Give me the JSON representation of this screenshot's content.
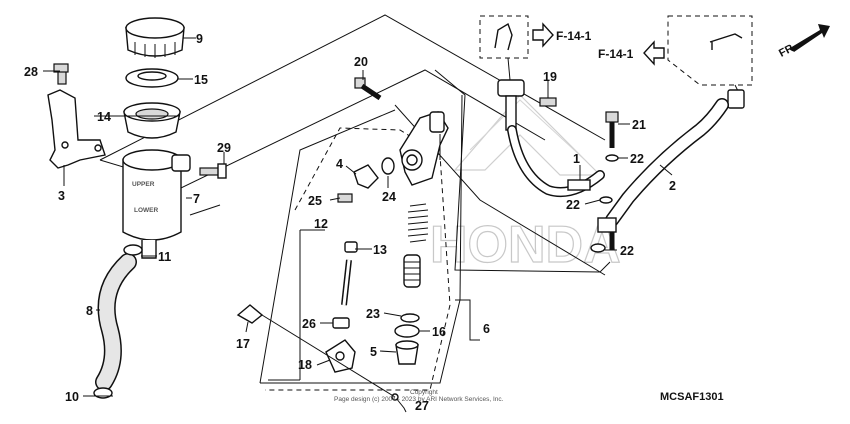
{
  "diagram": {
    "code": "MCSAF1301",
    "front_marker": "FR.",
    "ref_label": "F-14-1",
    "watermark": "HONDA",
    "copyright_line1": "Copyright",
    "copyright_line2": "Page design (c) 2004 - 2023 by ARI Network Services, Inc.",
    "callouts": {
      "c1": "1",
      "c2": "2",
      "c3": "3",
      "c4": "4",
      "c5": "5",
      "c6": "6",
      "c7": "7",
      "c8": "8",
      "c9": "9",
      "c10": "10",
      "c11": "11",
      "c12": "12",
      "c13": "13",
      "c14": "14",
      "c15": "15",
      "c16": "16",
      "c17": "17",
      "c18": "18",
      "c19": "19",
      "c20": "20",
      "c21": "21",
      "c22a": "22",
      "c22b": "22",
      "c22c": "22",
      "c23": "23",
      "c24": "24",
      "c25": "25",
      "c26": "26",
      "c27": "27",
      "c28": "28",
      "c29": "29"
    },
    "reservoir_label_upper": "UPPER",
    "reservoir_label_lower": "LOWER"
  }
}
